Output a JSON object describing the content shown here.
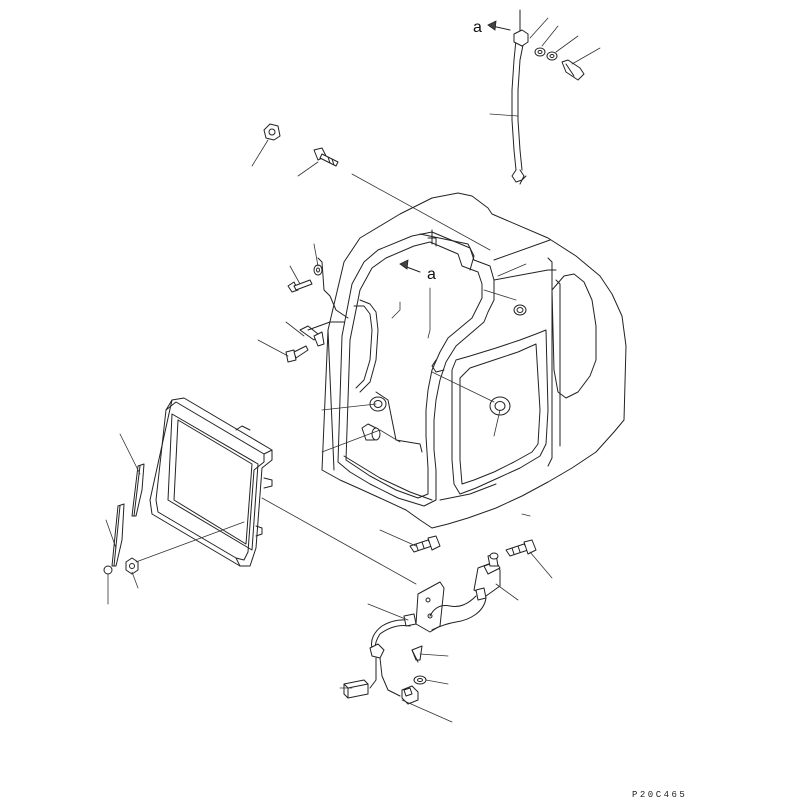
{
  "diagram": {
    "view_labels": [
      "a",
      "a"
    ],
    "drawing_code": "P20C465"
  }
}
